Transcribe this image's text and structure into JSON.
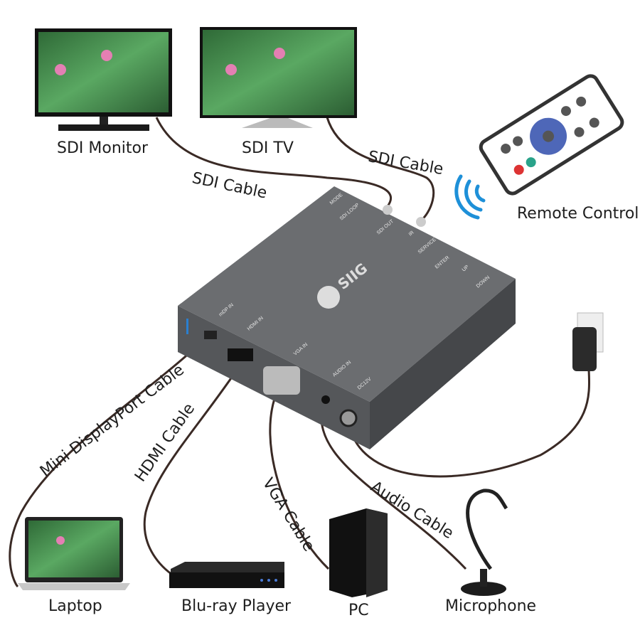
{
  "devices": {
    "sdi_monitor": "SDI Monitor",
    "sdi_tv": "SDI TV",
    "remote_control": "Remote Control",
    "laptop": "Laptop",
    "bluray_player": "Blu-ray Player",
    "pc": "PC",
    "microphone": "Microphone"
  },
  "cables": {
    "sdi_cable_left": "SDI Cable",
    "sdi_cable_right": "SDI Cable",
    "mini_displayport": "Mini DisplayPort Cable",
    "hdmi": "HDMI Cable",
    "vga": "VGA Cable",
    "audio": "Audio Cable"
  },
  "converter": {
    "brand": "SIIG",
    "ports": {
      "mode": "MODE",
      "sdi_loop": "SDI LOOP",
      "sdi_out": "SDI OUT",
      "ir": "IR",
      "service": "SERVICE",
      "enter": "ENTER",
      "up": "UP",
      "down": "DOWN",
      "mdp_in": "mDP IN",
      "hdmi_in": "HDMI IN",
      "vga_in": "VGA IN",
      "audio_in": "AUDIO IN",
      "dc12v": "DC12V"
    }
  },
  "colors": {
    "cable": "#3a2a25",
    "device_top": "#6b6d70",
    "device_side": "#4b4d50",
    "ir_waves": "#1e90d8",
    "screen_green": "#3f8a4c"
  }
}
